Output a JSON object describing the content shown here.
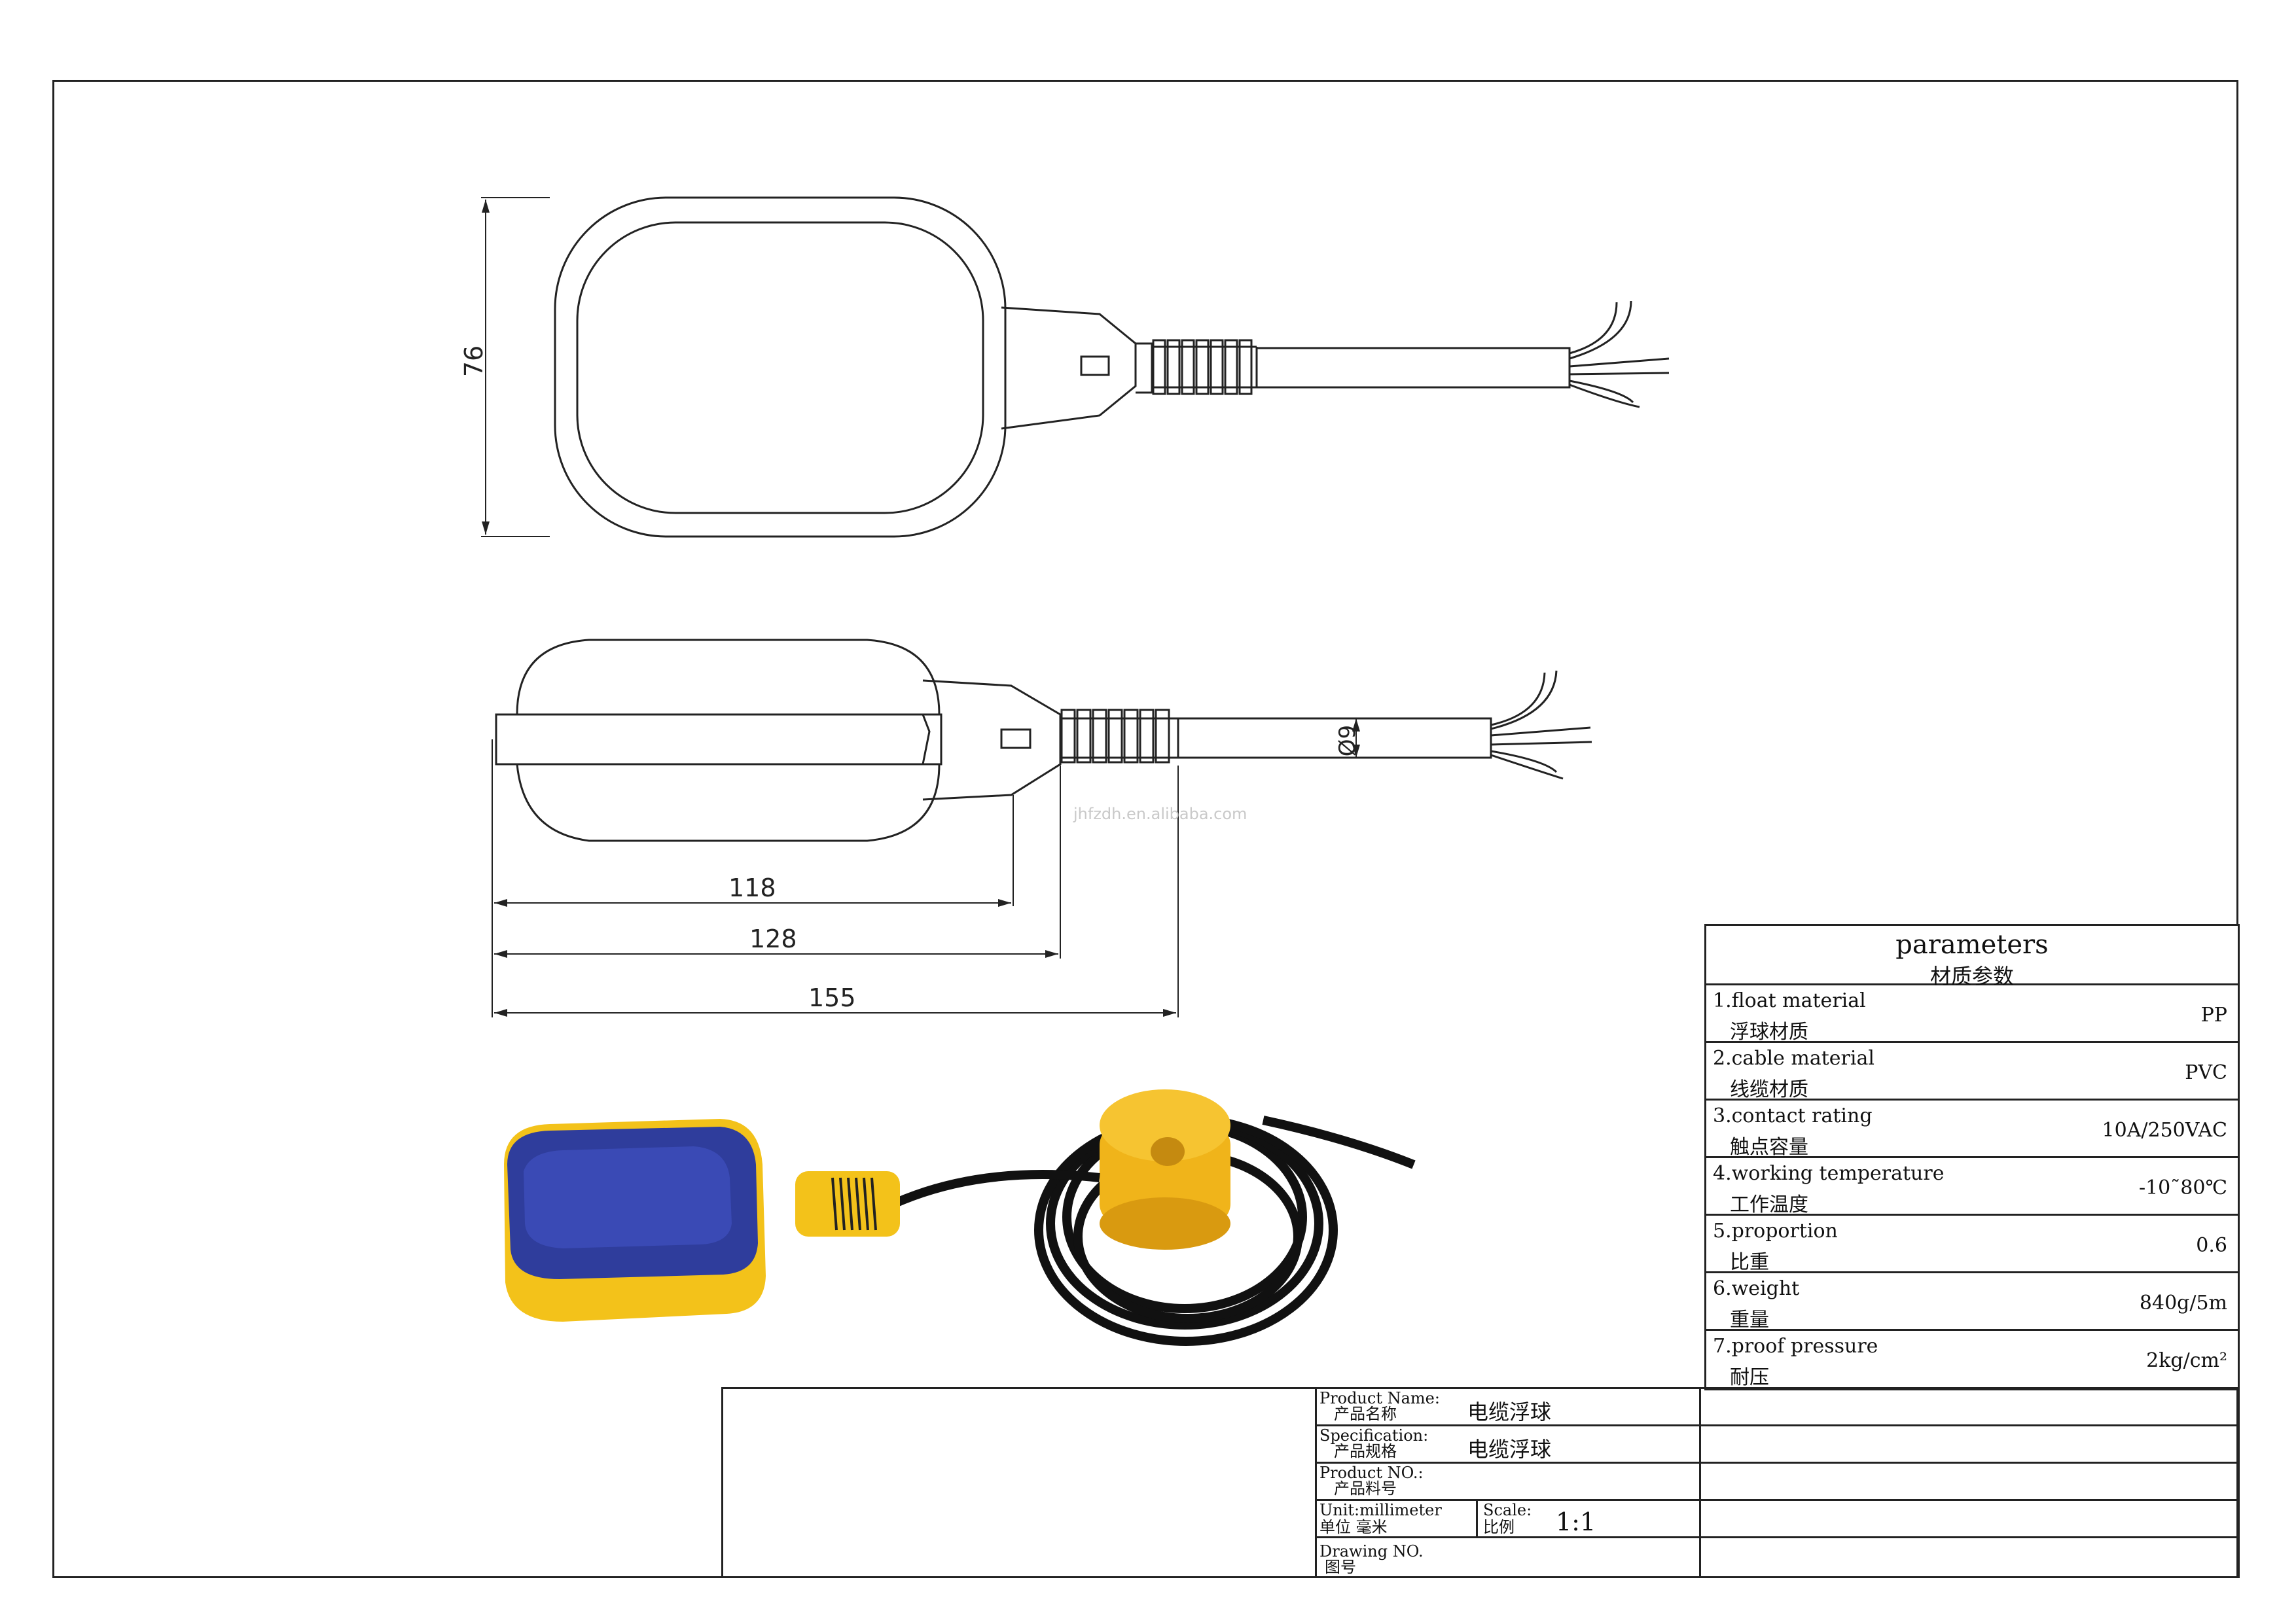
{
  "drawing": {
    "dim_height": "76",
    "dim_cable_dia": "Ø9",
    "dim_118": "118",
    "dim_128": "128",
    "dim_155": "155",
    "watermark": "jhfzdh.en.alibaba.com"
  },
  "parameters": {
    "title_en": "parameters",
    "title_zh": "材质参数",
    "rows": [
      {
        "en": "1.float material",
        "zh": "浮球材质",
        "value": "PP"
      },
      {
        "en": "2.cable material",
        "zh": "线缆材质",
        "value": "PVC"
      },
      {
        "en": "3.contact rating",
        "zh": "触点容量",
        "value": "10A/250VAC"
      },
      {
        "en": "4.working temperature",
        "zh": "工作温度",
        "value": "-10˜80℃"
      },
      {
        "en": "5.proportion",
        "zh": "比重",
        "value": "0.6"
      },
      {
        "en": "6.weight",
        "zh": "重量",
        "value": "840g/5m"
      },
      {
        "en": "7.proof pressure",
        "zh": "耐压",
        "value": "2kg/cm²"
      }
    ]
  },
  "title_block": {
    "product_name_en": "Product Name:",
    "product_name_zh": "产品名称",
    "product_name_value": "电缆浮球",
    "spec_en": "Specification:",
    "spec_zh": "产品规格",
    "spec_value": "电缆浮球",
    "product_no_en": "Product NO.:",
    "product_no_zh": "产品料号",
    "unit_en": "Unit:millimeter",
    "unit_zh": "单位  毫米",
    "scale_en": "Scale:",
    "scale_zh": "比例",
    "scale_value": "1:1",
    "drawing_no_en": "Drawing NO.",
    "drawing_no_zh": "图号"
  },
  "colors": {
    "float_blue": "#2f3d9c",
    "float_yellow": "#f3c21a",
    "cable_black": "#111111"
  }
}
